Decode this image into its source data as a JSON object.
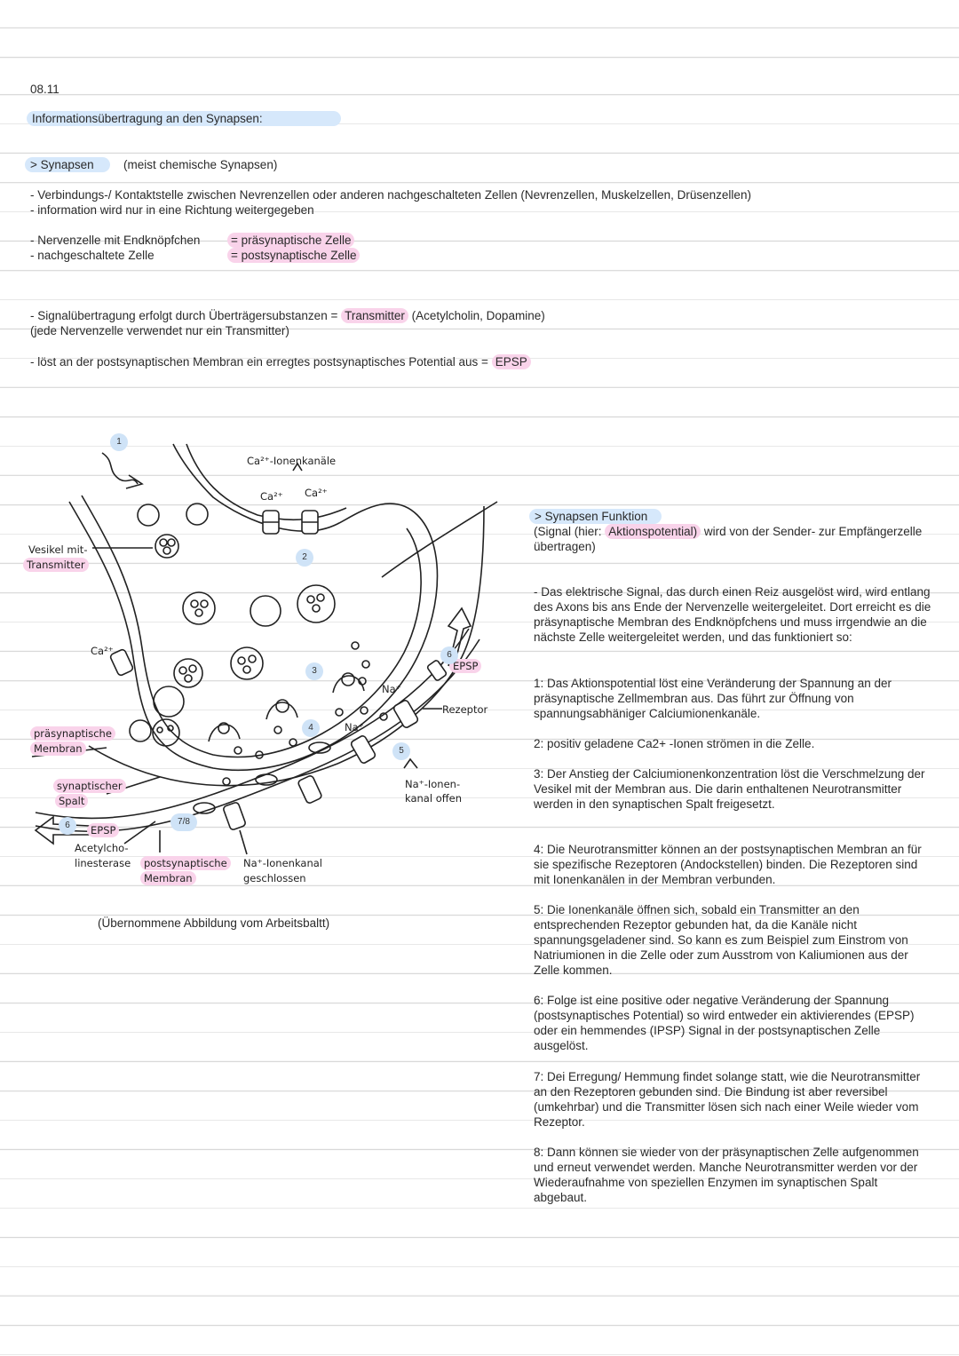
{
  "date": "08.11",
  "title": "Informationsübertragung an den Synapsen:",
  "intro": {
    "heading": "> Synapsen",
    "heading_note": "(meist chemische Synapsen)",
    "line1": "- Verbindungs-/ Kontaktstelle zwischen Nevrenzellen oder anderen nachgeschalteten Zellen (Nevrenzellen, Muskelzellen, Drüsenzellen)",
    "line2": "- information wird nur in eine Richtung weitergegeben",
    "def1_left": "- Nervenzelle mit Endknöpfchen",
    "def1_right": "= präsynaptische Zelle",
    "def2_left": "- nachgeschaltete Zelle",
    "def2_right": "= postsynaptische Zelle",
    "sig_a": "- Signalübertragung erfolgt durch Überträgersubstanzen =",
    "sig_hl": "Transmitter",
    "sig_b": "(Acetylcholin, Dopamine)",
    "sig2": "(jede Nervenzelle verwendet nur ein Transmitter)",
    "epsp_a": "- löst an der postsynaptischen Membran ein erregtes postsynaptisches Potential aus =",
    "epsp_hl": "EPSP"
  },
  "figure": {
    "caption": "(Übernommene Abbildung vom Arbeitsbaltt)",
    "labels": {
      "ca_channels": "Ca²⁺-Ionenkanäle",
      "ca1": "Ca²⁺",
      "ca2": "Ca²⁺",
      "ca3": "Ca²⁺",
      "vesikel": "Vesikel mit-",
      "vesikel2": "Transmitter",
      "prae": "präsynaptische",
      "prae2": "Membran",
      "spalt": "synaptischer",
      "spalt2": "Spalt",
      "epsp_left": "EPSP",
      "epsp_right": "EPSP",
      "acetyl": "Acetylcho-",
      "acetyl2": "linesterase",
      "post": "postsynaptische",
      "post2": "Membran",
      "na_closed": "Na⁺-Ionenkanal",
      "na_closed2": "geschlossen",
      "na_open": "Na⁺-Ionen-",
      "na_open2": "kanal offen",
      "rezeptor": "Rezeptor",
      "na1": "Na⁺",
      "na2": "Na⁺"
    },
    "numbers": [
      "1",
      "2",
      "3",
      "4",
      "5",
      "6",
      "6",
      "7/8"
    ]
  },
  "function": {
    "heading": "> Synapsen Funktion",
    "sub_a": "(Signal (hier:",
    "sub_hl": "Aktionspotential)",
    "sub_b": "wird von der Sender- zur Empfängerzelle übertragen)",
    "intro": "- Das elektrische Signal, das durch einen Reiz ausgelöst wird, wird entlang des Axons bis ans Ende der Nervenzelle weitergeleitet. Dort erreicht es die präsynaptische Membran des Endknöpfchens und muss irrgendwie an die nächste Zelle weitergeleitet werden, und das funktioniert so:",
    "steps": [
      "1: Das Aktionspotential löst eine Veränderung der Spannung an der präsynaptische Zellmembran aus. Das führt zur Öffnung von spannungsabhäniger Calciumionenkanäle.",
      "2: positiv geladene Ca2+ -Ionen strömen in die Zelle.",
      "3: Der Anstieg der Calciumionenkonzentration löst die Verschmelzung der Vesikel mit der Membran aus. Die darin enthaltenen Neurotransmitter werden in den synaptischen Spalt freigesetzt.",
      "4: Die Neurotransmitter können an der postsynaptischen Membran an für sie spezifische Rezeptoren (Andockstellen) binden. Die Rezeptoren sind mit Ionenkanälen in der Membran verbunden.",
      "5: Die Ionenkanäle öffnen sich, sobald ein Transmitter an den entsprechenden Rezeptor gebunden hat, da die Kanäle nicht spannungsgeladener sind. So kann es zum Beispiel zum Einstrom von Natriumionen in die Zelle oder zum Ausstrom von Kaliumionen aus der Zelle kommen.",
      "6: Folge ist eine positive oder negative Veränderung der Spannung (postsynaptisches Potential) so wird entweder ein aktivierendes (EPSP)  oder ein hemmendes (IPSP) Signal in der postsynaptischen Zelle ausgelöst.",
      "7: Dei Erregung/ Hemmung findet solange statt, wie die Neurotransmitter an den Rezeptoren gebunden sind. Die Bindung ist aber reversibel (umkehrbar) und die Transmitter lösen sich nach einer Weile wieder vom Rezeptor.",
      "8: Dann können sie wieder von der präsynaptischen Zelle aufgenommen und erneut verwendet werden. Manche Neurotransmitter werden vor der Wiederaufnahme von speziellen Enzymen im synaptischen Spalt abgebaut."
    ]
  },
  "colors": {
    "blue_highlight": "#d6e8fb",
    "pink_highlight": "#f9d3ea",
    "rule": "#d9d9d9"
  }
}
